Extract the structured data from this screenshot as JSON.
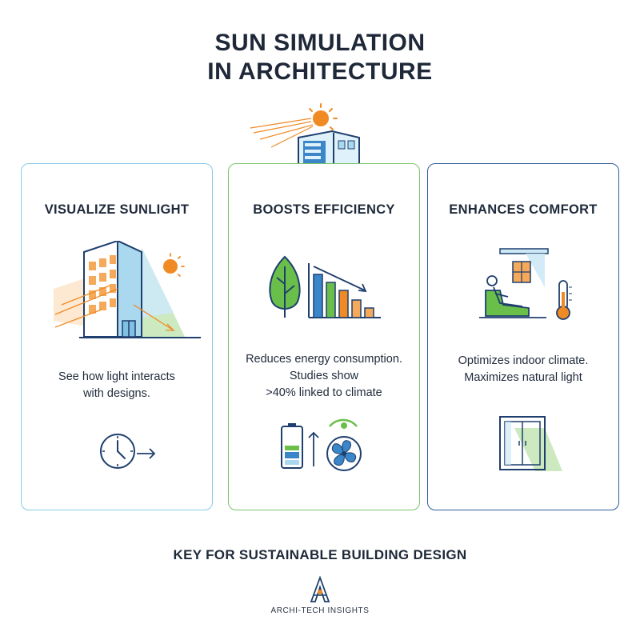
{
  "title": {
    "line1": "SUN SIMULATION",
    "line2": "IN ARCHITECTURE"
  },
  "cards": [
    {
      "title": "VISUALIZE SUNLIGHT",
      "text": [
        "See how light interacts",
        "with designs."
      ]
    },
    {
      "title": "BOOSTS EFFICIENCY",
      "text": [
        "Reduces energy consumption.",
        "Studies show",
        ">40% linked to climate"
      ]
    },
    {
      "title": "ENHANCES COMFORT",
      "text": [
        "Optimizes indoor climate.",
        "Maximizes natural light"
      ]
    }
  ],
  "footer": "KEY FOR SUSTAINABLE BUILDING DESIGN",
  "brand": "ARCHI-TECH INSIGHTS",
  "colors": {
    "sun": "#f08a24",
    "green": "#6abf4b",
    "blue": "#3a86c8",
    "navy": "#1f3f6e",
    "light_blue": "#a9d8ef"
  },
  "icons": [
    "sun-icon",
    "building-icon",
    "leaf-icon",
    "bar-chart-icon",
    "battery-icon",
    "fan-icon",
    "clock-icon",
    "person-chair-icon",
    "thermometer-icon",
    "window-icon",
    "compass-logo-icon"
  ]
}
